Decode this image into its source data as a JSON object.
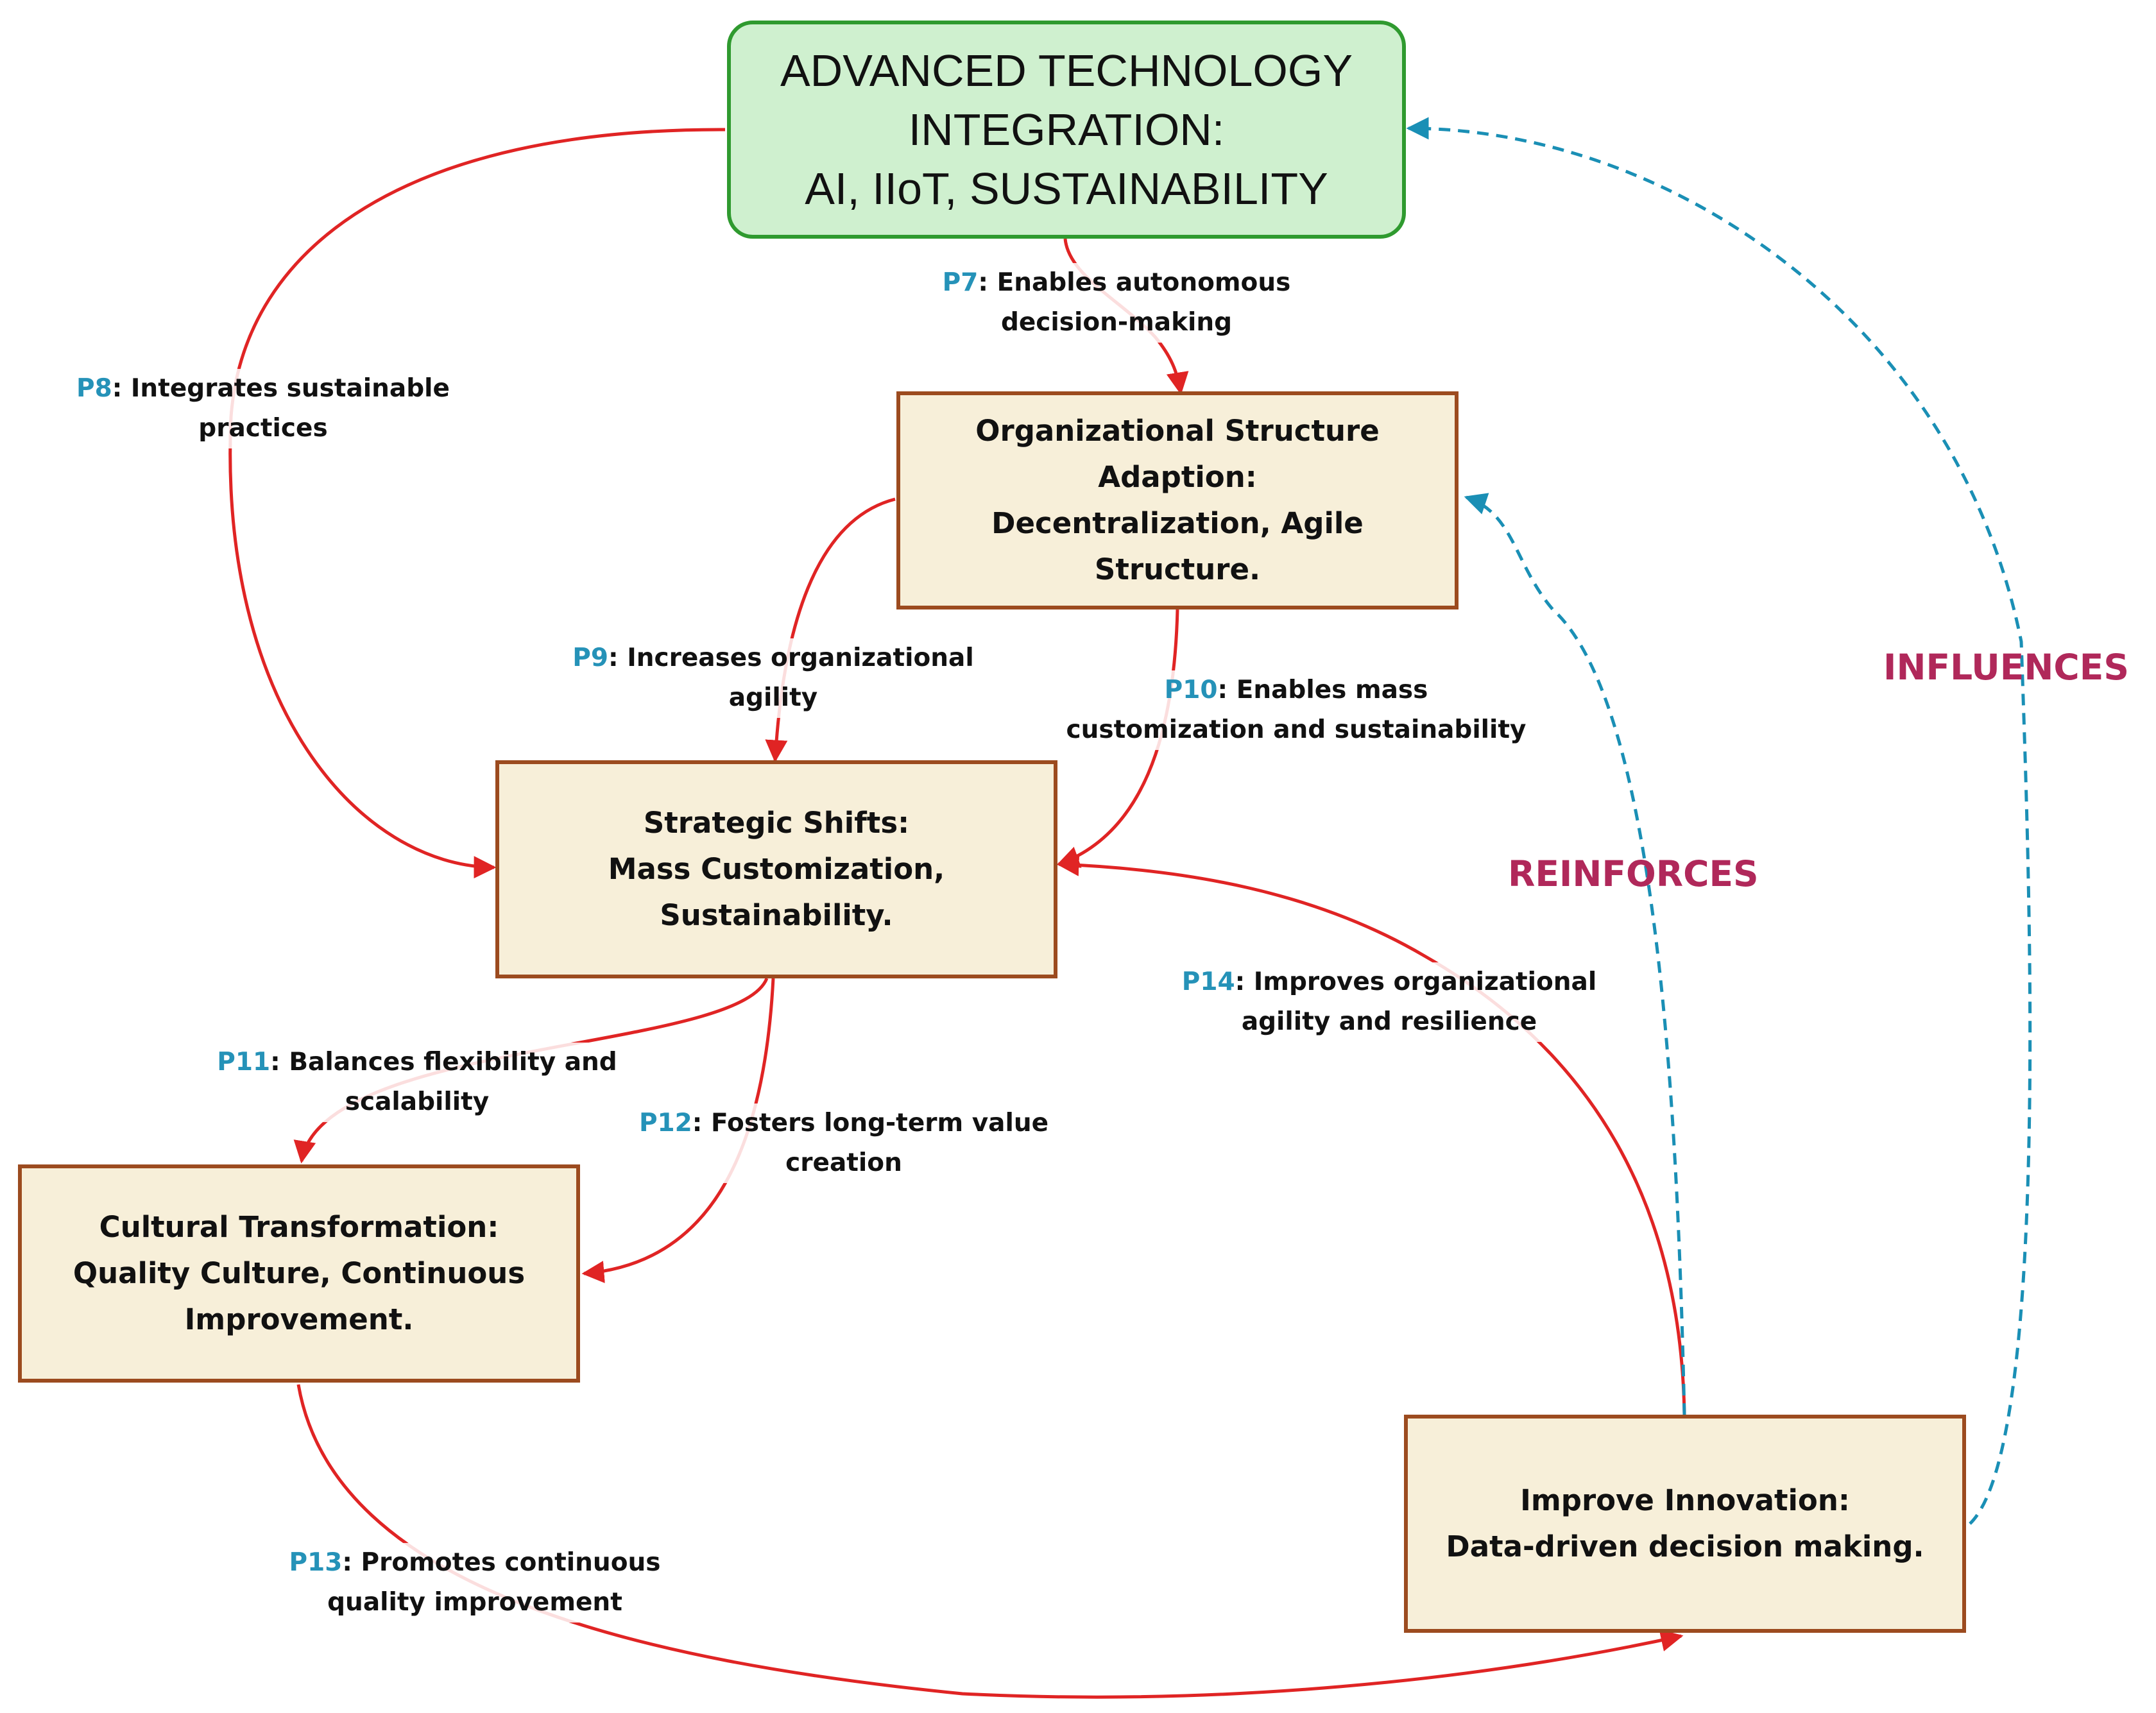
{
  "nodes": {
    "main": {
      "lines": [
        "ADVANCED TECHNOLOGY",
        "INTEGRATION:",
        "AI, IIoT, SUSTAINABILITY"
      ]
    },
    "structure": {
      "lines": [
        "Organizational Structure",
        "Adaption:",
        "Decentralization, Agile",
        "Structure."
      ]
    },
    "strategic": {
      "lines": [
        "Strategic Shifts:",
        "Mass Customization,",
        "Sustainability."
      ]
    },
    "cultural": {
      "lines": [
        "Cultural Transformation:",
        "Quality Culture, Continuous",
        "Improvement."
      ]
    },
    "innovation": {
      "lines": [
        "Improve Innovation:",
        "Data-driven decision making."
      ]
    }
  },
  "edges": {
    "p7": {
      "id": "P7",
      "line1": ": Enables autonomous",
      "line2": "decision-making"
    },
    "p8": {
      "id": "P8",
      "line1": ": Integrates sustainable",
      "line2": "practices"
    },
    "p9": {
      "id": "P9",
      "line1": ": Increases organizational",
      "line2": "agility"
    },
    "p10": {
      "id": "P10",
      "line1": ": Enables mass",
      "line2": "customization and sustainability"
    },
    "p11": {
      "id": "P11",
      "line1": ": Balances flexibility and",
      "line2": "scalability"
    },
    "p12": {
      "id": "P12",
      "line1": ": Fosters long-term value",
      "line2": "creation"
    },
    "p13": {
      "id": "P13",
      "line1": ": Promotes continuous",
      "line2": "quality improvement"
    },
    "p14": {
      "id": "P14",
      "line1": ": Improves organizational",
      "line2": "agility and resilience"
    }
  },
  "feedback": {
    "reinforces": "REINFORCES",
    "influences": "INFLUENCES"
  },
  "colors": {
    "causal": "#e02424",
    "feedback": "#1a8fb5",
    "main_fill": "#cff0cf",
    "box_fill": "#f7efd9",
    "box_border": "#9c4b1f",
    "label_id": "#2592b8",
    "feedback_text": "#b0285a"
  }
}
